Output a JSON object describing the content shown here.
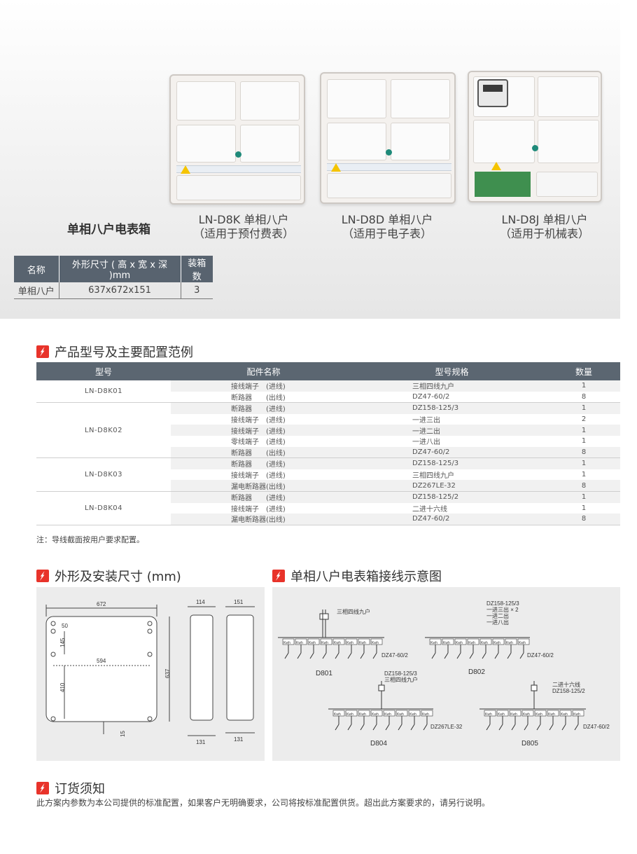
{
  "hero": {
    "series_title": "单相八户电表箱",
    "products": [
      {
        "model": "LN-D8K 单相八户",
        "usage": "（适用于预付费表）"
      },
      {
        "model": "LN-D8D 单相八户",
        "usage": "（适用于电子表）"
      },
      {
        "model": "LN-D8J 单相八户",
        "usage": "（适用于机械表）"
      }
    ]
  },
  "size_table": {
    "headers": [
      "名称",
      "外形尺寸 ( 高 x 宽 x 深 )mm",
      "装箱数"
    ],
    "row": [
      "单相八户",
      "637x672x151",
      "3"
    ]
  },
  "config_section": {
    "title": "产品型号及主要配置范例",
    "headers": [
      "型号",
      "配件名称",
      "型号规格",
      "数量"
    ],
    "groups": [
      {
        "model": "LN-D8K01",
        "rows": [
          {
            "name": "接线端子　(进线)",
            "spec": "三相四线九户",
            "qty": "1"
          },
          {
            "name": "断路器　　(出线)",
            "spec": "DZ47-60/2",
            "qty": "8"
          }
        ]
      },
      {
        "model": "LN-D8K02",
        "rows": [
          {
            "name": "断路器　　(进线)",
            "spec": "DZ158-125/3",
            "qty": "1"
          },
          {
            "name": "接线端子　(进线)",
            "spec": "一进三出",
            "qty": "2"
          },
          {
            "name": "接线端子　(进线)",
            "spec": "一进二出",
            "qty": "1"
          },
          {
            "name": "零线端子　(进线)",
            "spec": "一进八出",
            "qty": "1"
          },
          {
            "name": "断路器　　(出线)",
            "spec": "DZ47-60/2",
            "qty": "8"
          }
        ]
      },
      {
        "model": "LN-D8K03",
        "rows": [
          {
            "name": "断路器　　(进线)",
            "spec": "DZ158-125/3",
            "qty": "1"
          },
          {
            "name": "接线端子　(进线)",
            "spec": "三相四线九户",
            "qty": "1"
          },
          {
            "name": "漏电断路器(出线)",
            "spec": "DZ267LE-32",
            "qty": "8"
          }
        ]
      },
      {
        "model": "LN-D8K04",
        "rows": [
          {
            "name": "断路器　　(进线)",
            "spec": "DZ158-125/2",
            "qty": "1"
          },
          {
            "name": "接线端子　(进线)",
            "spec": "二进十六线",
            "qty": "1"
          },
          {
            "name": "漏电断路器(出线)",
            "spec": "DZ47-60/2",
            "qty": "8"
          }
        ]
      }
    ],
    "note": "注：导线截面按用户要求配置。"
  },
  "dimension_section": {
    "title": "外形及安装尺寸 (mm)",
    "labels": {
      "width": "672",
      "height": "637",
      "depth_top": "114",
      "depth_box": "151",
      "d50": "50",
      "d145": "145",
      "d594": "594",
      "d410": "410",
      "d15": "15",
      "d131a": "131",
      "d131b": "131"
    }
  },
  "wiring_section": {
    "title": "单相八户电表箱接线示意图",
    "kwh": "Kwh",
    "diagrams": [
      {
        "id": "D801",
        "notes": [
          "三相四线九户"
        ],
        "breaker": "DZ47-60/2"
      },
      {
        "id": "D802",
        "notes": [
          "DZ158-125/3",
          "一进三出 × 2",
          "一进二出",
          "一进八出"
        ],
        "breaker": "DZ47-60/2"
      },
      {
        "id": "D804",
        "notes": [
          "DZ158-125/3",
          "三相四线九户"
        ],
        "breaker": "DZ267LE-32"
      },
      {
        "id": "D805",
        "notes": [
          "二进十六线",
          "DZ158-125/2"
        ],
        "breaker": "DZ47-60/2"
      }
    ]
  },
  "order_section": {
    "title": "订货须知",
    "text": "此方案内参数为本公司提供的标准配置，如果客户无明确要求，公司将按标准配置供货。超出此方案要求的，请另行说明。"
  },
  "colors": {
    "accent": "#e8332a",
    "table_header": "#5b6671",
    "panel": "#ececec"
  }
}
